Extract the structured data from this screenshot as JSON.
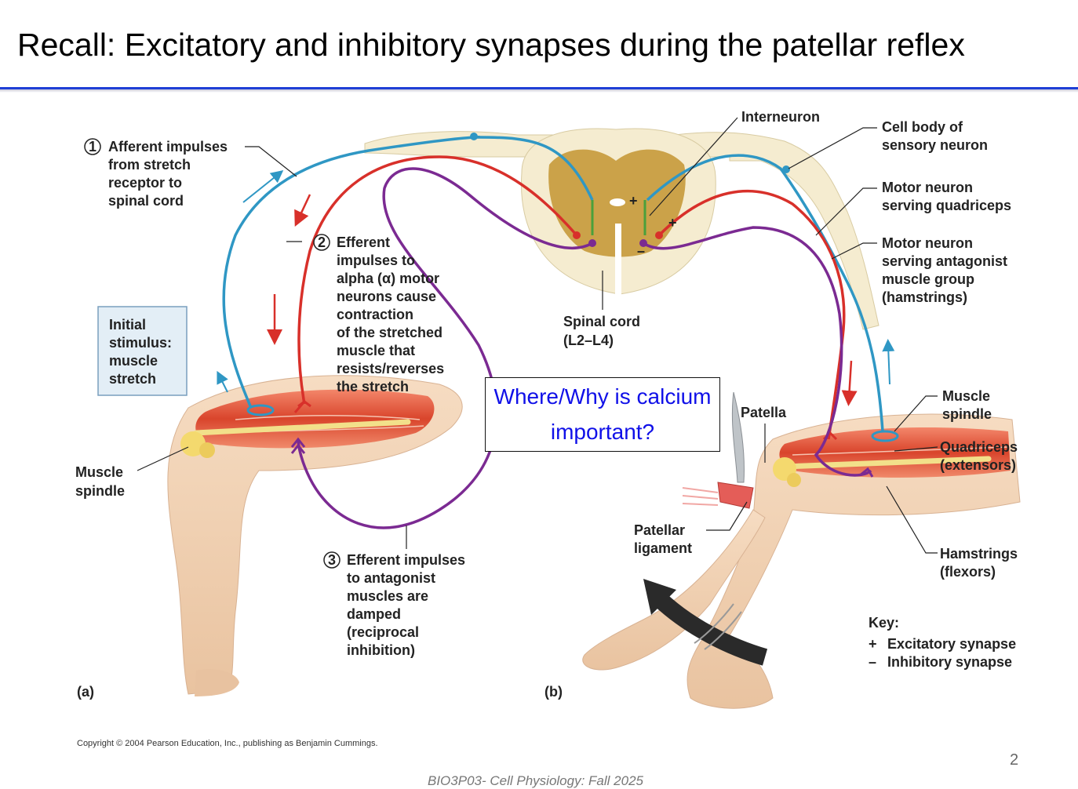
{
  "slide": {
    "title": "Recall: Excitatory and inhibitory synapses during the patellar reflex",
    "callout": "Where/Why is calcium important?",
    "page_number": "2",
    "footer": "BIO3P03- Cell Physiology: Fall 2025"
  },
  "figure": {
    "step1": [
      "Afferent impulses",
      "from stretch",
      "receptor to",
      "spinal cord"
    ],
    "step1_num": "1",
    "step2": [
      "Efferent",
      "impulses to",
      "alpha (α) motor",
      "neurons cause",
      "contraction",
      "of the stretched",
      "muscle that",
      "resists/reverses",
      "the stretch"
    ],
    "step2_num": "2",
    "step3": [
      "Efferent impulses",
      "to antagonist",
      "muscles are",
      "damped",
      "(reciprocal",
      "inhibition)"
    ],
    "step3_num": "3",
    "stimulus": [
      "Initial",
      "stimulus:",
      "muscle",
      "stretch"
    ],
    "muscle_spindle_left": [
      "Muscle",
      "spindle"
    ],
    "interneuron": "Interneuron",
    "cell_body": [
      "Cell body of",
      "sensory neuron"
    ],
    "motor_quadriceps": [
      "Motor neuron",
      "serving quadriceps"
    ],
    "motor_antagonist": [
      "Motor neuron",
      "serving antagonist",
      "muscle group",
      "(hamstrings)"
    ],
    "spinal_cord": [
      "Spinal cord",
      "(L2–L4)"
    ],
    "patella": "Patella",
    "muscle_spindle_right": [
      "Muscle",
      "spindle"
    ],
    "quadriceps": [
      "Quadriceps",
      "(extensors)"
    ],
    "patellar_ligament": [
      "Patellar",
      "ligament"
    ],
    "hamstrings": [
      "Hamstrings",
      "(flexors)"
    ],
    "key_title": "Key:",
    "key_excitatory": "Excitatory synapse",
    "key_inhibitory": "Inhibitory synapse",
    "key_plus": "+",
    "key_minus": "–",
    "panel_a": "(a)",
    "panel_b": "(b)",
    "copyright": "Copyright © 2004 Pearson Education, Inc., publishing as Benjamin Cummings."
  },
  "colors": {
    "afferent": "#2f97c4",
    "efferent_motor": "#d8302a",
    "inhibited_motor": "#7b2a92",
    "interneuron": "#4aa03c",
    "title_rule": "#1f3fd6",
    "callout_text": "#1010e8"
  }
}
